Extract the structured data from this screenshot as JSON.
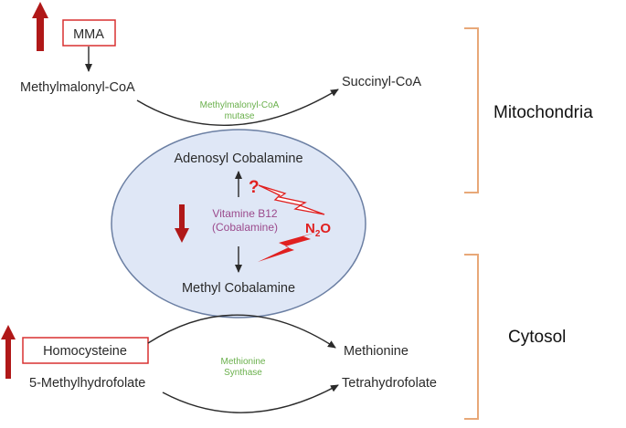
{
  "metabolites": {
    "mma": "MMA",
    "methylmalonyl_coa": "Methylmalonyl-CoA",
    "succinyl_coa": "Succinyl-CoA",
    "adenosyl_cobalamine": "Adenosyl Cobalamine",
    "methyl_cobalamine": "Methyl Cobalamine",
    "homocysteine": "Homocysteine",
    "methyl_thf": "5-Methylhydrofolate",
    "methionine": "Methionine",
    "thf": "Tetrahydrofolate"
  },
  "enzymes": {
    "mutase_line1": "Methylmalonyl-CoA",
    "mutase_line2": "mutase",
    "synthase_line1": "Methionine",
    "synthase_line2": "Synthase"
  },
  "vitamin": {
    "line1": "Vitamine B12",
    "line2": "(Cobalamine)"
  },
  "agent": {
    "n": "N",
    "subscript": "2",
    "o": "O",
    "question": "?"
  },
  "regions": {
    "mitochondria": "Mitochondria",
    "cytosol": "Cytosol"
  },
  "colors": {
    "accent_red": "#b01818",
    "bright_red": "#e02020",
    "ellipse_fill": "#dfe7f6",
    "ellipse_stroke": "#6b7fa3",
    "bracket": "#e8a878",
    "enzyme_green": "#6ab04c",
    "vitamin_purple": "#9b4a8c"
  }
}
